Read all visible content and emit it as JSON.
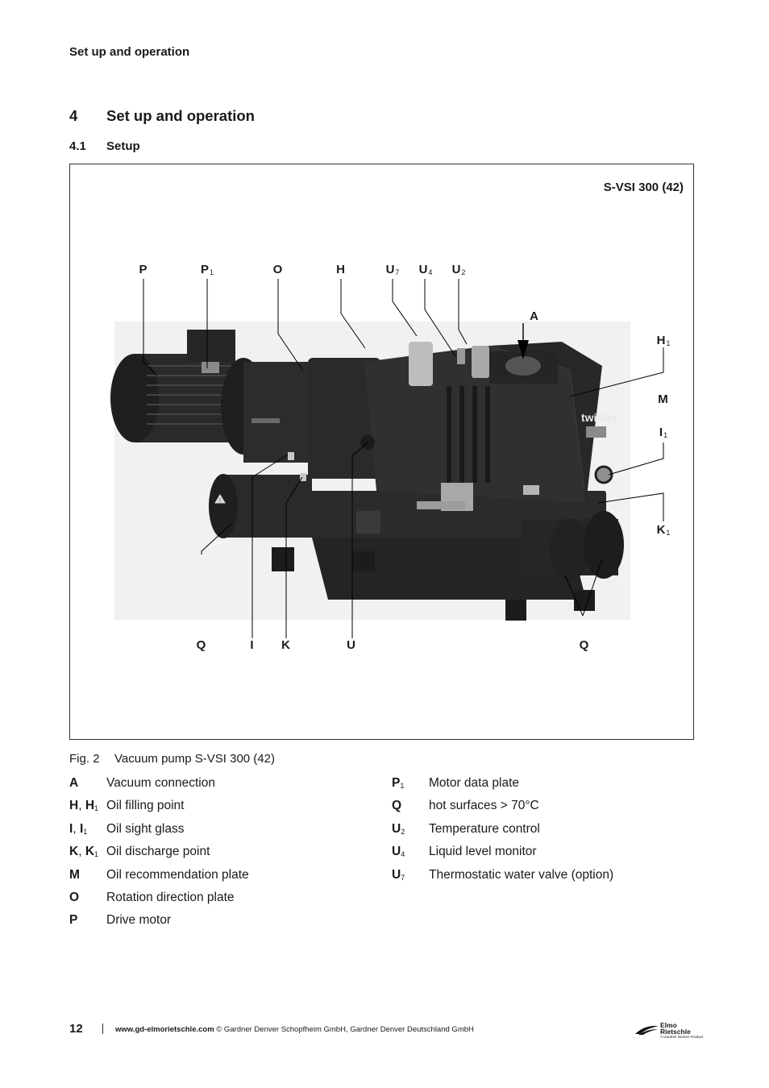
{
  "running_head": "Set up and operation",
  "chapter": {
    "number": "4",
    "title": "Set up and operation"
  },
  "section": {
    "number": "4.1",
    "title": "Setup"
  },
  "figure": {
    "model": "S-VSI 300 (42)",
    "callouts": {
      "P": {
        "main": "P",
        "sub": ""
      },
      "P1": {
        "main": "P",
        "sub": "1"
      },
      "O": {
        "main": "O",
        "sub": ""
      },
      "H": {
        "main": "H",
        "sub": ""
      },
      "U7": {
        "main": "U",
        "sub": "7"
      },
      "U4": {
        "main": "U",
        "sub": "4"
      },
      "U2": {
        "main": "U",
        "sub": "2"
      },
      "A": {
        "main": "A",
        "sub": ""
      },
      "H1": {
        "main": "H",
        "sub": "1"
      },
      "M": {
        "main": "M",
        "sub": ""
      },
      "I1": {
        "main": "I",
        "sub": "1"
      },
      "K1": {
        "main": "K",
        "sub": "1"
      },
      "Q_left": {
        "main": "Q",
        "sub": ""
      },
      "I": {
        "main": "I",
        "sub": ""
      },
      "K": {
        "main": "K",
        "sub": ""
      },
      "U": {
        "main": "U",
        "sub": ""
      },
      "Q_right": {
        "main": "Q",
        "sub": ""
      }
    },
    "pump_badge": "twister",
    "icons": {
      "warning": "hot-surface-warning-icon"
    }
  },
  "caption": {
    "number": "Fig. 2",
    "text": "Vacuum pump  S-VSI 300 (42)"
  },
  "legend_left": [
    {
      "k1": "A",
      "s1": "",
      "sep": "",
      "k2": "",
      "s2": "",
      "text": "Vacuum connection"
    },
    {
      "k1": "H",
      "s1": "",
      "sep": ", ",
      "k2": "H",
      "s2": "1",
      "text": "Oil filling point"
    },
    {
      "k1": "I",
      "s1": "",
      "sep": ", ",
      "k2": "I",
      "s2": "1",
      "text": "Oil sight glass"
    },
    {
      "k1": "K",
      "s1": "",
      "sep": ", ",
      "k2": "K",
      "s2": "1",
      "text": "Oil discharge point"
    },
    {
      "k1": "M",
      "s1": "",
      "sep": "",
      "k2": "",
      "s2": "",
      "text": "Oil recommendation plate"
    },
    {
      "k1": "O",
      "s1": "",
      "sep": "",
      "k2": "",
      "s2": "",
      "text": "Rotation direction plate"
    },
    {
      "k1": "P",
      "s1": "",
      "sep": "",
      "k2": "",
      "s2": "",
      "text": "Drive motor"
    }
  ],
  "legend_right": [
    {
      "k1": "P",
      "s1": "1",
      "sep": "",
      "k2": "",
      "s2": "",
      "text": "Motor data plate"
    },
    {
      "k1": "Q",
      "s1": "",
      "sep": "",
      "k2": "",
      "s2": "",
      "text": "hot surfaces > 70°C"
    },
    {
      "k1": "U",
      "s1": "2",
      "sep": "",
      "k2": "",
      "s2": "",
      "text": "Temperature control"
    },
    {
      "k1": "U",
      "s1": "4",
      "sep": "",
      "k2": "",
      "s2": "",
      "text": "Liquid level monitor"
    },
    {
      "k1": "U",
      "s1": "7",
      "sep": "",
      "k2": "",
      "s2": "",
      "text": "Thermostatic water valve (option)"
    }
  ],
  "footer": {
    "page_number": "12",
    "url": "www.gd-elmorietschle.com",
    "copyright": " © Gardner Denver Schopfheim GmbH, Gardner Denver Deutschland GmbH",
    "logo_line1": "Elmo",
    "logo_line2": "Rietschle",
    "logo_tagline": "A Gardner Denver Product"
  }
}
